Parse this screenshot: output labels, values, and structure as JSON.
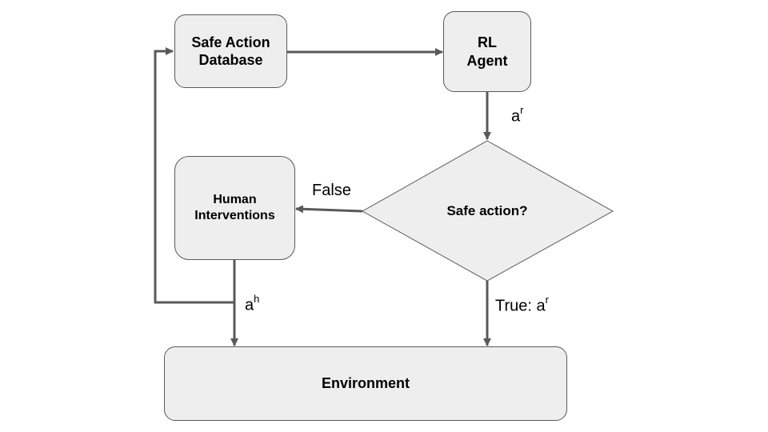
{
  "nodes": {
    "safe_action_database": {
      "line1": "Safe Action",
      "line2": "Database"
    },
    "rl_agent": {
      "line1": "RL",
      "line2": "Agent"
    },
    "safe_action_check": {
      "label": "Safe action?"
    },
    "human_interventions": {
      "line1": "Human",
      "line2": "Interventions"
    },
    "environment": {
      "label": "Environment"
    }
  },
  "edges": {
    "agent_to_check": {
      "base": "a",
      "sup": "r"
    },
    "check_false": {
      "label": "False"
    },
    "check_true": {
      "prefix": "True: ",
      "base": "a",
      "sup": "r"
    },
    "human_action": {
      "base": "a",
      "sup": "h"
    }
  },
  "colors": {
    "node_fill": "#eeeeee",
    "stroke": "#595959",
    "text": "#000000"
  }
}
